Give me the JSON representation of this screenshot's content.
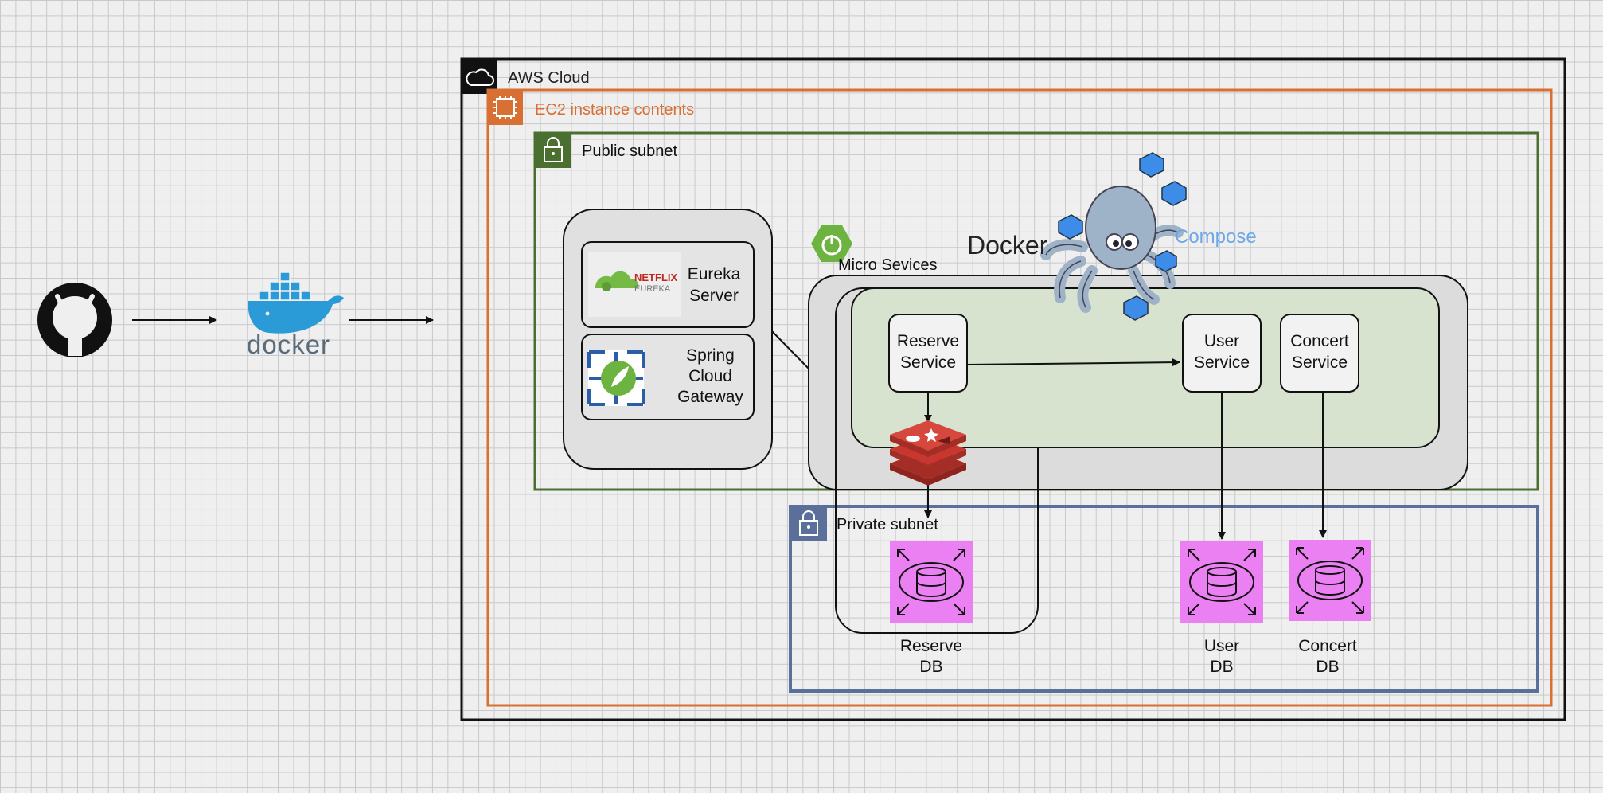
{
  "diagram": {
    "aws_cloud_label": "AWS Cloud",
    "ec2_label": "EC2 instance contents",
    "public_subnet_label": "Public subnet",
    "private_subnet_label": "Private subnet",
    "micro_services_label": "Micro Sevices",
    "docker_label": "Docker",
    "compose_label": "Compose",
    "docker_logo_text": "docker",
    "eureka_logo_text": {
      "top": "NETFLIX",
      "bottom": "EUREKA"
    },
    "eureka_server": {
      "line1": "Eureka",
      "line2": "Server"
    },
    "gateway": {
      "line1": "Spring",
      "line2": "Cloud",
      "line3": "Gateway"
    },
    "reserve_service": {
      "line1": "Reserve",
      "line2": "Service"
    },
    "user_service": {
      "line1": "User",
      "line2": "Service"
    },
    "concert_service": {
      "line1": "Concert",
      "line2": "Service"
    },
    "reserve_db": {
      "line1": "Reserve",
      "line2": "DB"
    },
    "user_db": {
      "line1": "User",
      "line2": "DB"
    },
    "concert_db": {
      "line1": "Concert",
      "line2": "DB"
    }
  },
  "colors": {
    "ec2_orange": "#d86f33",
    "public_green": "#4b6f2e",
    "private_blue": "#5a6f9a",
    "compose_blue": "#6ea7e8",
    "db_pink": "#ea80f2",
    "redis_red": "#c8372f",
    "spring_green": "#6db33f"
  }
}
